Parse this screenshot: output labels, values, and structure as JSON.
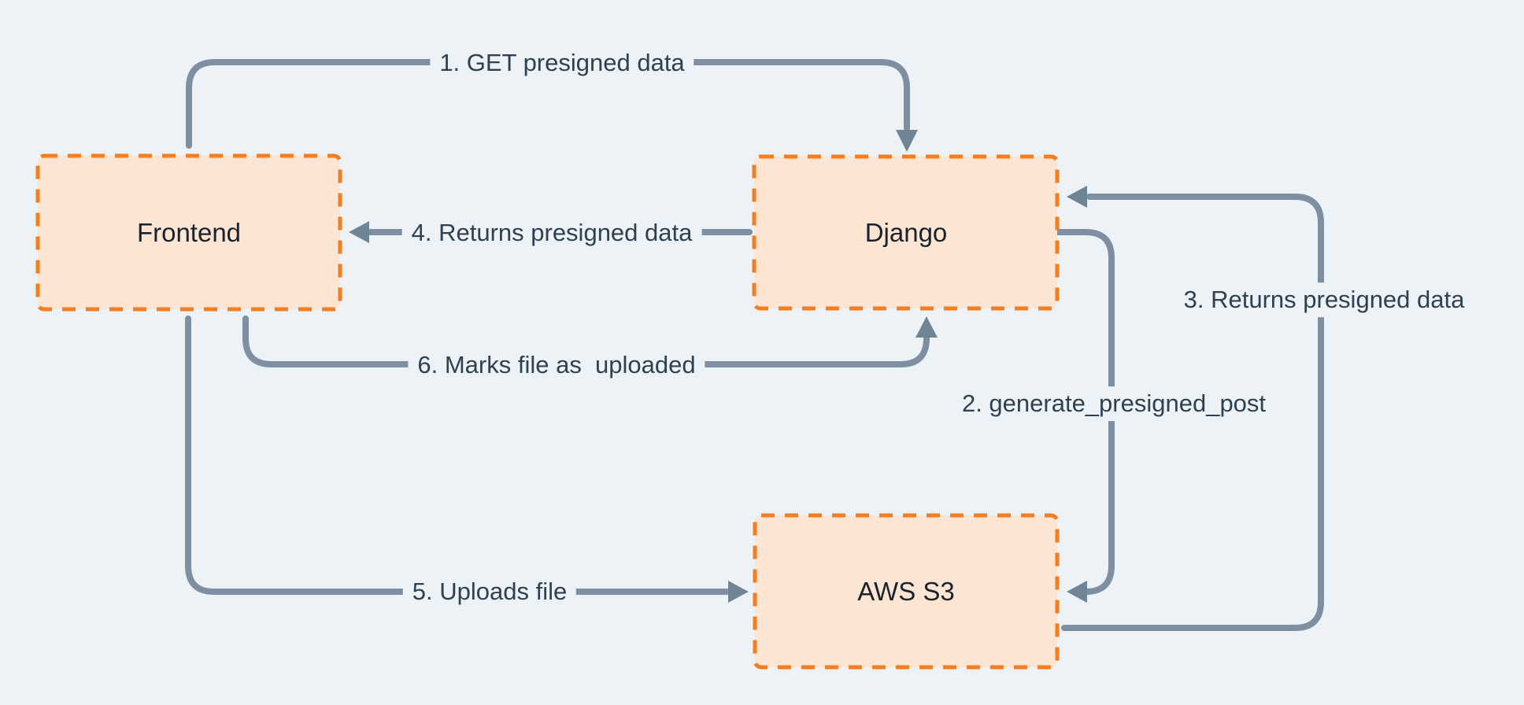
{
  "colors": {
    "bg": "#edf2f6",
    "node-fill": "#fde5d3",
    "node-border": "#f47d20",
    "arrow": "#7d8fa0",
    "arrowhead": "#6f8495",
    "label-color": "#2f4150",
    "node-text": "#1a222e"
  },
  "diagram": {
    "nodes": [
      {
        "id": "frontend",
        "label": "Frontend"
      },
      {
        "id": "django",
        "label": "Django"
      },
      {
        "id": "aws-s3",
        "label": "AWS S3"
      }
    ],
    "steps": [
      {
        "label": "1. GET presigned data",
        "from": "Frontend",
        "to": "Django"
      },
      {
        "label": "2. generate_presigned_post",
        "from": "Django",
        "to": "AWS S3"
      },
      {
        "label": "3. Returns presigned data",
        "from": "AWS S3",
        "to": "Django"
      },
      {
        "label": "4. Returns presigned data",
        "from": "Django",
        "to": "Frontend"
      },
      {
        "label": "5. Uploads file",
        "from": "Frontend",
        "to": "AWS S3"
      },
      {
        "label": "6. Marks file as  uploaded",
        "from": "Frontend",
        "to": "Django"
      }
    ]
  }
}
